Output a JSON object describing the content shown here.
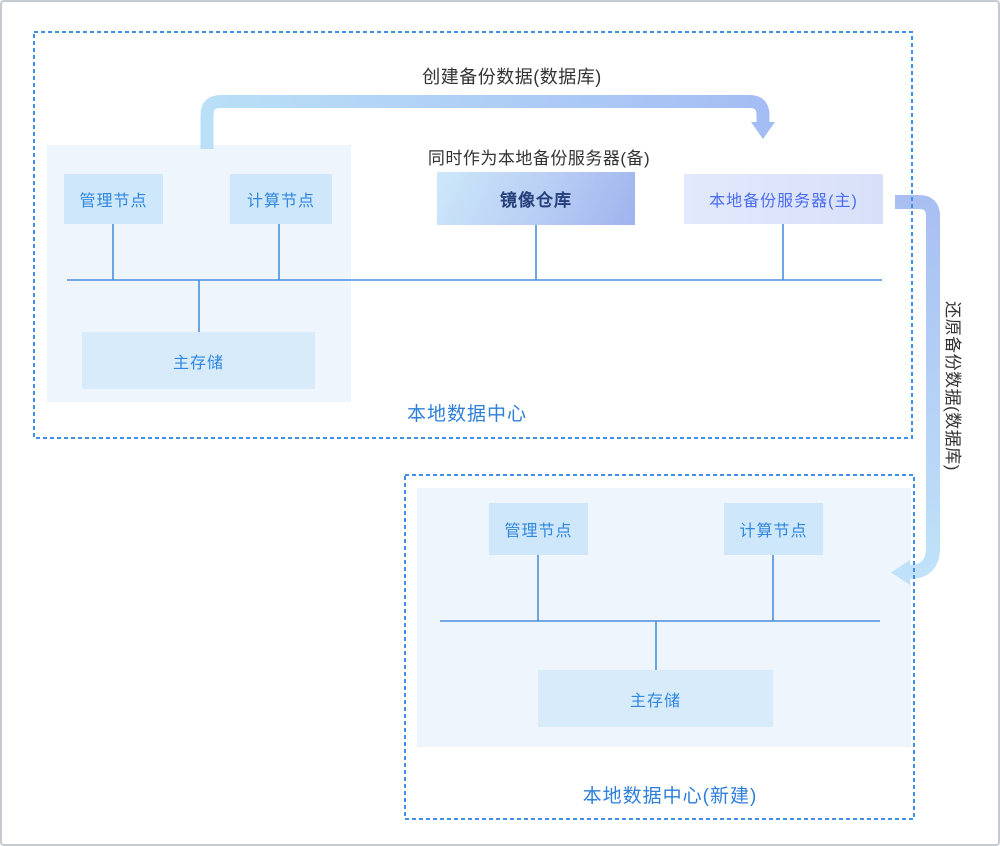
{
  "diagram": {
    "annotations": {
      "create_backup": "创建备份数据(数据库)",
      "standby_note": "同时作为本地备份服务器(备)",
      "restore_backup": "还原备份数据(数据库)"
    },
    "dc1": {
      "label": "本地数据中心",
      "nodes": {
        "mgmt": "管理节点",
        "compute": "计算节点",
        "mirror": "镜像仓库",
        "backup_primary": "本地备份服务器(主)",
        "storage": "主存储"
      }
    },
    "dc2": {
      "label": "本地数据中心(新建)",
      "nodes": {
        "mgmt": "管理节点",
        "compute": "计算节点",
        "storage": "主存储"
      }
    },
    "colors": {
      "node_fill": "#cfe7fa",
      "storage_fill": "#d7ebfb",
      "node_text": "#2f87de",
      "panel_fill": "#eef5fd",
      "mirror_gradient_start": "#cde8fa",
      "mirror_gradient_end": "#9fb3ee",
      "mirror_text": "#25407a",
      "backup_fill": "#dce3f9",
      "backup_text": "#4a6cf0",
      "dashed_border": "#4090e8",
      "bus_line": "#4a90dc",
      "dc_label_text": "#2e7fd9",
      "annotation_text": "#333333",
      "arrow_sky": "#b9e0f7",
      "arrow_periwinkle": "#a4bdf4"
    }
  }
}
